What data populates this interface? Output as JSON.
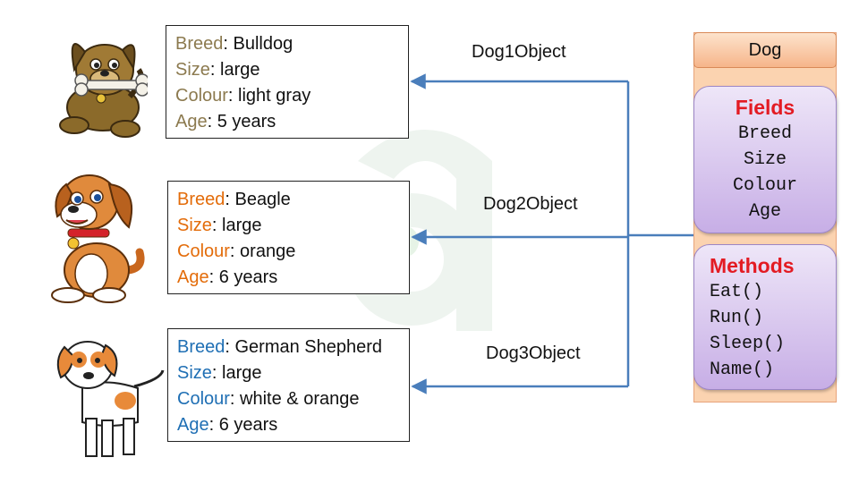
{
  "colors": {
    "bulldog_key": "#8c7a4f",
    "beagle_key": "#e36c0a",
    "shepherd_key": "#1f6fb4",
    "arrow": "#4a7ebb",
    "fields_title": "#e31b23",
    "class_panel": "#fbd3b0",
    "member_box": "#c7aee6"
  },
  "objects": [
    {
      "arrow_label": "Dog1Object",
      "rows": [
        {
          "key": "Breed",
          "sep": ": ",
          "value": "Bulldog"
        },
        {
          "key": "Size",
          "sep": ": ",
          "value": "large"
        },
        {
          "key": "Colour",
          "sep": ": ",
          "value": "light gray"
        },
        {
          "key": "Age",
          "sep": ": ",
          "value": "5 years"
        }
      ]
    },
    {
      "arrow_label": "Dog2Object",
      "rows": [
        {
          "key": "Breed",
          "sep": ": ",
          "value": "Beagle"
        },
        {
          "key": "Size",
          "sep": ": ",
          "value": "large"
        },
        {
          "key": "Colour",
          "sep": ": ",
          "value": "orange"
        },
        {
          "key": "Age",
          "sep": ": ",
          "value": "6 years"
        }
      ]
    },
    {
      "arrow_label": "Dog3Object",
      "rows": [
        {
          "key": "Breed",
          "sep": ": ",
          "value": "German Shepherd"
        },
        {
          "key": "Size",
          "sep": ": ",
          "value": "large"
        },
        {
          "key": "Colour",
          "sep": ": ",
          "value": "white & orange"
        },
        {
          "key": "Age",
          "sep": ": ",
          "value": "6 years"
        }
      ]
    }
  ],
  "dog_class": {
    "name": "Dog",
    "fields_title": "Fields",
    "fields": [
      "Breed",
      "Size",
      "Colour",
      "Age"
    ],
    "methods_title": "Methods",
    "methods": [
      "Eat()",
      "Run()",
      "Sleep()",
      "Name()"
    ]
  }
}
